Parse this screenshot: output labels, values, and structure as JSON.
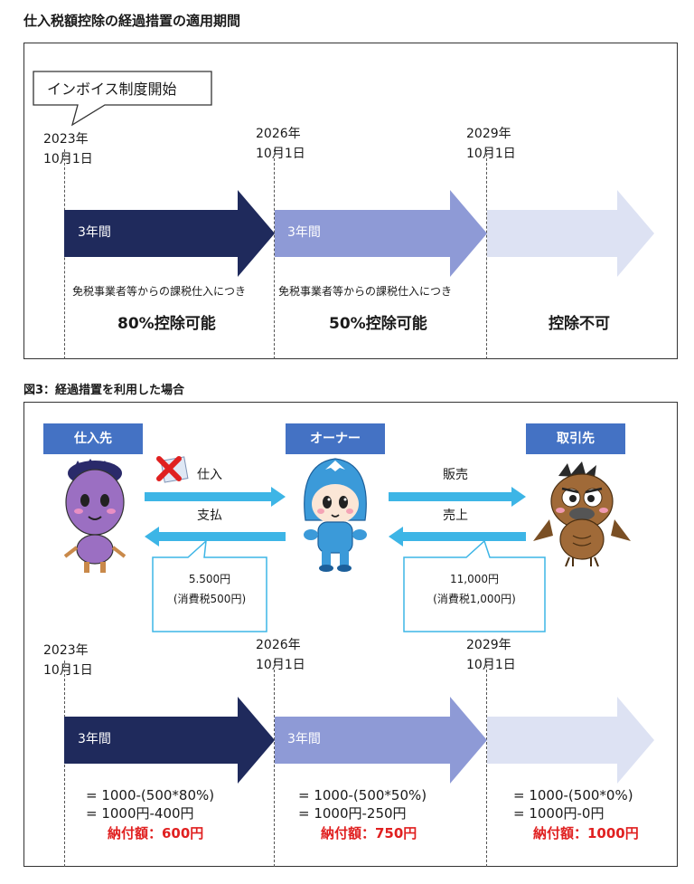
{
  "title": "仕入税額控除の経過措置の適用期間",
  "top_panel": {
    "bubble": "インボイス制度開始",
    "dates": [
      "2023年\n10月1日",
      "2026年\n10月1日",
      "2029年\n10月1日"
    ],
    "arrows": [
      {
        "label": "3年間",
        "color": "#1f2a5c"
      },
      {
        "label": "3年間",
        "color": "#8e9ad6"
      },
      {
        "label": "",
        "color": "#dde2f3"
      }
    ],
    "notes": [
      "免税事業者等からの課税仕入につき",
      "免税事業者等からの課税仕入につき"
    ],
    "results": [
      "80%控除可能",
      "50%控除可能",
      "控除不可"
    ]
  },
  "figure3": {
    "caption": "図3：経過措置を利用した場合",
    "parties": {
      "supplier": "仕入先",
      "owner": "オーナー",
      "customer": "取引先"
    },
    "flows": {
      "purchase": "仕入",
      "payment": "支払",
      "sale": "販売",
      "revenue": "売上"
    },
    "callouts": [
      "5.500円\n(消費税500円)",
      "11,000円\n(消費税1,000円)"
    ],
    "dates": [
      "2023年\n10月1日",
      "2026年\n10月1日",
      "2029年\n10月1日"
    ],
    "arrows": [
      {
        "label": "3年間",
        "color": "#1f2a5c"
      },
      {
        "label": "3年間",
        "color": "#8e9ad6"
      },
      {
        "label": "",
        "color": "#dde2f3"
      }
    ],
    "formulas": [
      {
        "line1": "= 1000-(500*80%)",
        "line2": "= 1000円-400円",
        "payment": "納付額：600円"
      },
      {
        "line1": "= 1000-(500*50%)",
        "line2": "= 1000円-250円",
        "payment": "納付額：750円"
      },
      {
        "line1": "= 1000-(500*0%)",
        "line2": "= 1000円-0円",
        "payment": "納付額：1000円"
      }
    ]
  }
}
